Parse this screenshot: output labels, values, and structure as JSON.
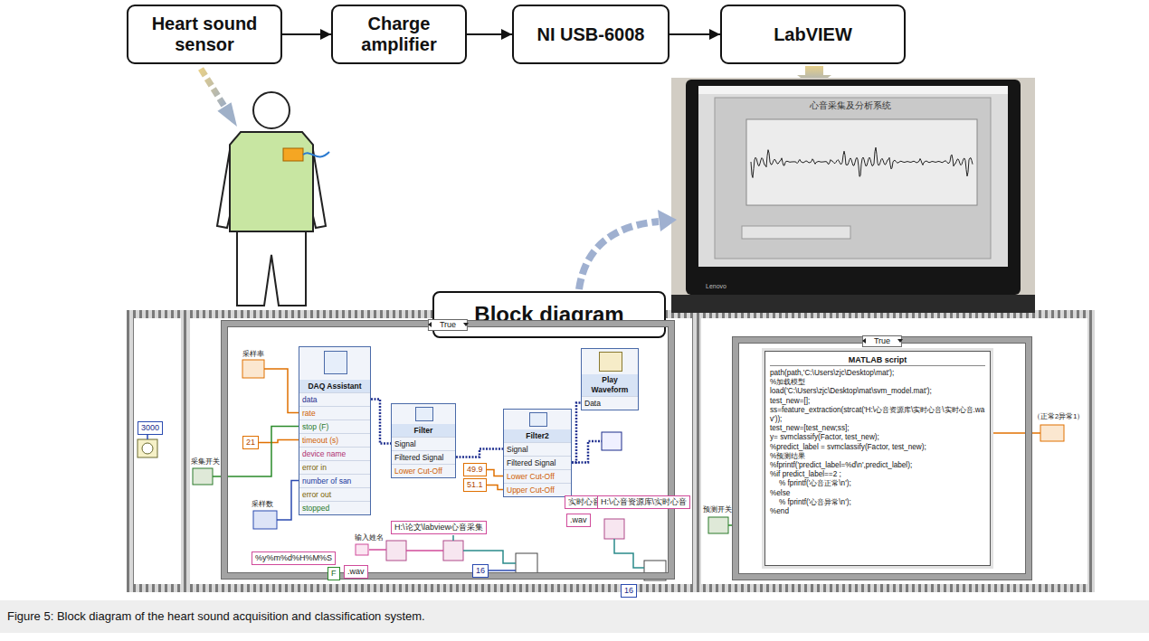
{
  "diagram": {
    "caption": "Figure 5: Block diagram of the heart sound acquisition and classification system.",
    "nodes": [
      {
        "text": [
          "Heart sound sensor"
        ]
      },
      {
        "text": [
          "Charge amplifier"
        ]
      },
      {
        "text": [
          "NI USB-6008"
        ]
      },
      {
        "text": [
          "LabVIEW"
        ]
      },
      {
        "text": [
          "Block diagram"
        ]
      },
      {
        "text": [
          "True"
        ]
      },
      {
        "text": [
          "DAQ Assistant",
          "data",
          "rate",
          "stop (F)",
          "timeout (s)",
          "device name",
          "error in",
          "number of san",
          "error out",
          "stopped"
        ],
        "in": 5
      },
      {
        "text": [
          "Filter",
          "Signal",
          "Filtered Signal",
          "Lower Cut-Off"
        ],
        "in": 5
      },
      {
        "text": [
          "Filter2",
          "Signal",
          "Filtered Signal",
          "Lower Cut-Off",
          "Upper Cut-Off"
        ],
        "in": 5
      },
      {
        "text": [
          "Play Waveform",
          "Data"
        ],
        "in": 5
      },
      {
        "text": [
          "21"
        ],
        "in": 5
      },
      {
        "text": [
          "49.9"
        ],
        "in": 5
      },
      {
        "text": [
          "51.1"
        ],
        "in": 5
      },
      {
        "text": [
          "True"
        ]
      },
      {
        "text": [
          "MATLAB script",
          "path(path,'C:\\Users\\zjc\\Desktop\\mat');",
          "%加载模型",
          "load('C:\\Users\\zjc\\Desktop\\mat\\svm_model.mat');",
          "test_new=[];",
          "ss=feature_extraction(strcat('H:\\心音资源库\\实时心音\\实时心音.wav'));",
          "test_new=[test_new;ss];",
          "y= svmclassify(Factor, test_new);",
          "%predict_label = svmclassify(Factor, test_new);",
          "%预测结果",
          "%fprintf('predict_label=%d\\n',predict_label);",
          "%if predict_label==2 ;",
          "% fprintf('心音正常\\n');",
          "%else",
          "% fprintf('心音异常\\n');",
          "%end"
        ],
        "in": 13
      }
    ],
    "edges": [
      {
        "from": 0,
        "to": 1,
        "arrow": "to"
      },
      {
        "from": 1,
        "to": 2,
        "arrow": "to"
      },
      {
        "from": 2,
        "to": 3,
        "arrow": "to"
      },
      {
        "from": 6,
        "to": 7,
        "arrow": "none"
      },
      {
        "from": 7,
        "to": 8,
        "arrow": "none"
      },
      {
        "from": 8,
        "to": 9,
        "arrow": "none"
      },
      {
        "from": 10,
        "to": 6,
        "arrow": "none"
      },
      {
        "from": 11,
        "to": 8,
        "arrow": "none"
      },
      {
        "from": 12,
        "to": 8,
        "arrow": "none"
      }
    ],
    "labels": [
      "心音采集及分析系统",
      "Lenovo",
      "3000",
      "采集开关",
      "采样率",
      "采样数",
      "输入姓名",
      "H:\\论文\\labview心音采集",
      "%y%m%d%H%M%S",
      "F",
      ".wav",
      "16",
      "实时心音",
      ".wav",
      "H:\\心音资源库\\实时心音",
      "16",
      "预测开关",
      "（正常2异常1）"
    ]
  }
}
